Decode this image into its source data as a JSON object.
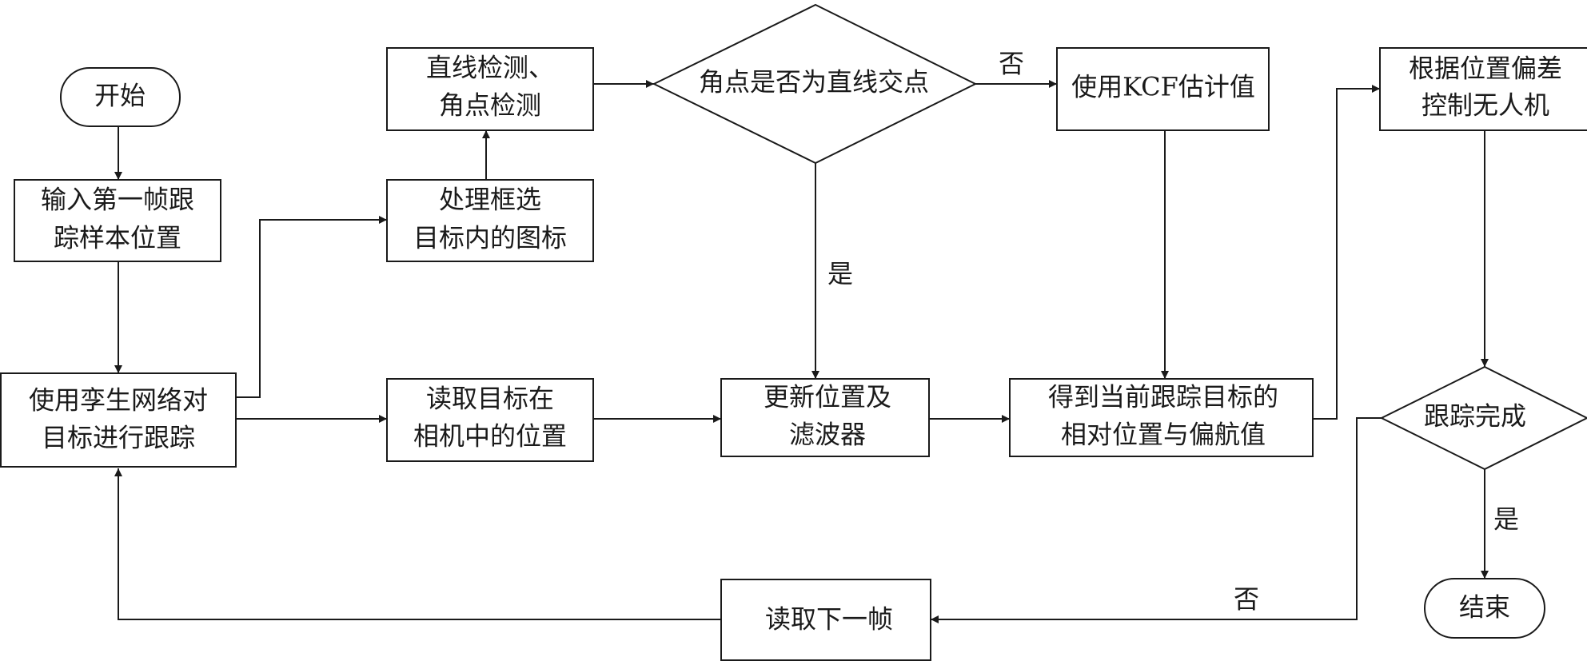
{
  "nodes": {
    "start": "开始",
    "input_first": [
      "输入第一帧跟",
      "踪样本位置"
    ],
    "siamese": [
      "使用孪生网络对",
      "目标进行跟踪"
    ],
    "process_icon": [
      "处理框选",
      "目标内的图标"
    ],
    "line_corner": [
      "直线检测、",
      "角点检测"
    ],
    "decision_corner": "角点是否为直线交点",
    "kcf": "使用KCF估计值",
    "read_position": [
      "读取目标在",
      "相机中的位置"
    ],
    "update_filter": [
      "更新位置及",
      "滤波器"
    ],
    "relative_pose": [
      "得到当前跟踪目标的",
      "相对位置与偏航值"
    ],
    "control_uav": [
      "根据位置偏差",
      "控制无人机"
    ],
    "decision_done": "跟踪完成",
    "end": "结束",
    "read_next": "读取下一帧"
  },
  "edge_labels": {
    "corner_no": "否",
    "corner_yes": "是",
    "done_yes": "是",
    "done_no": "否"
  }
}
